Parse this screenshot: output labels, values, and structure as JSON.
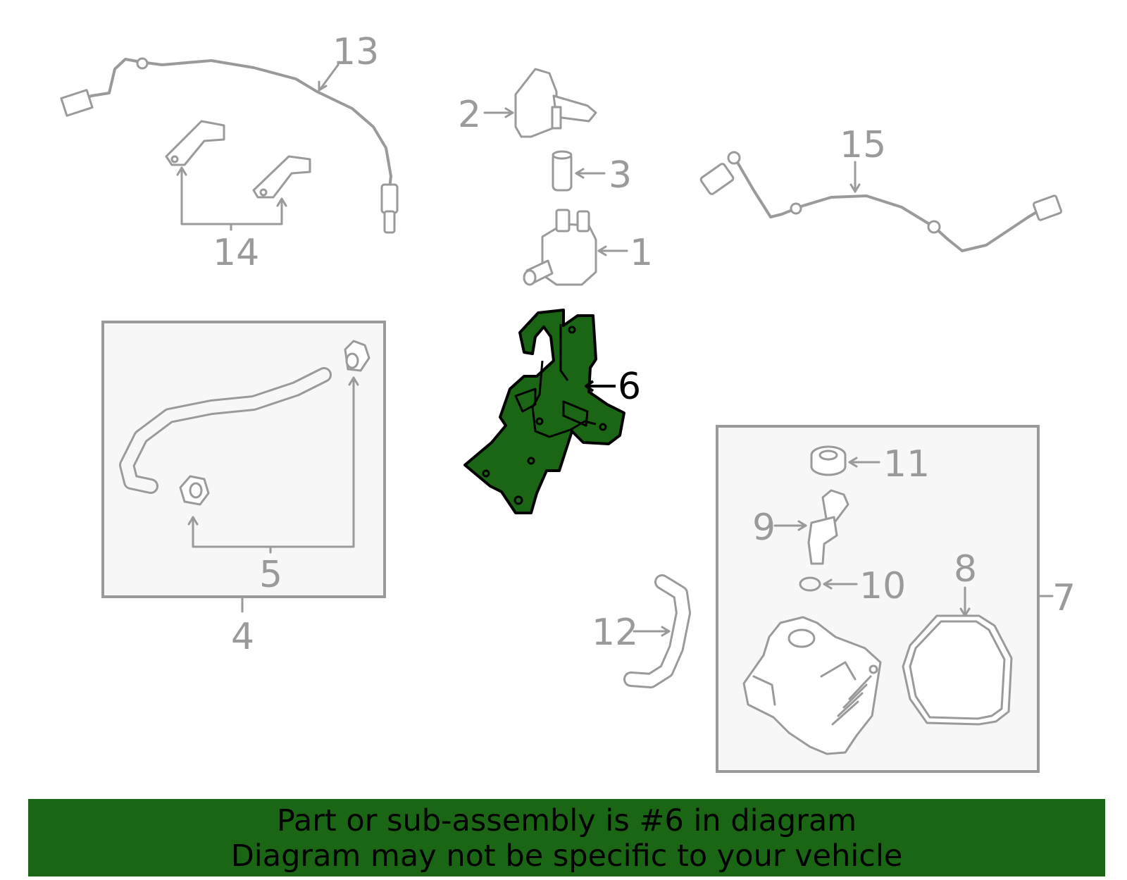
{
  "callouts": {
    "c1": "1",
    "c2": "2",
    "c3": "3",
    "c4": "4",
    "c5": "5",
    "c6": "6",
    "c7": "7",
    "c8": "8",
    "c9": "9",
    "c10": "10",
    "c11": "11",
    "c12": "12",
    "c13": "13",
    "c14": "14",
    "c15": "15"
  },
  "highlighted_part": "6",
  "colors": {
    "highlight": "#1a6614",
    "linework": "#9a9a9a",
    "panel": "#f7f7f7"
  },
  "banner": {
    "line1": "Part or sub-assembly is #6 in diagram",
    "line2": "Diagram may not be specific to your vehicle"
  }
}
